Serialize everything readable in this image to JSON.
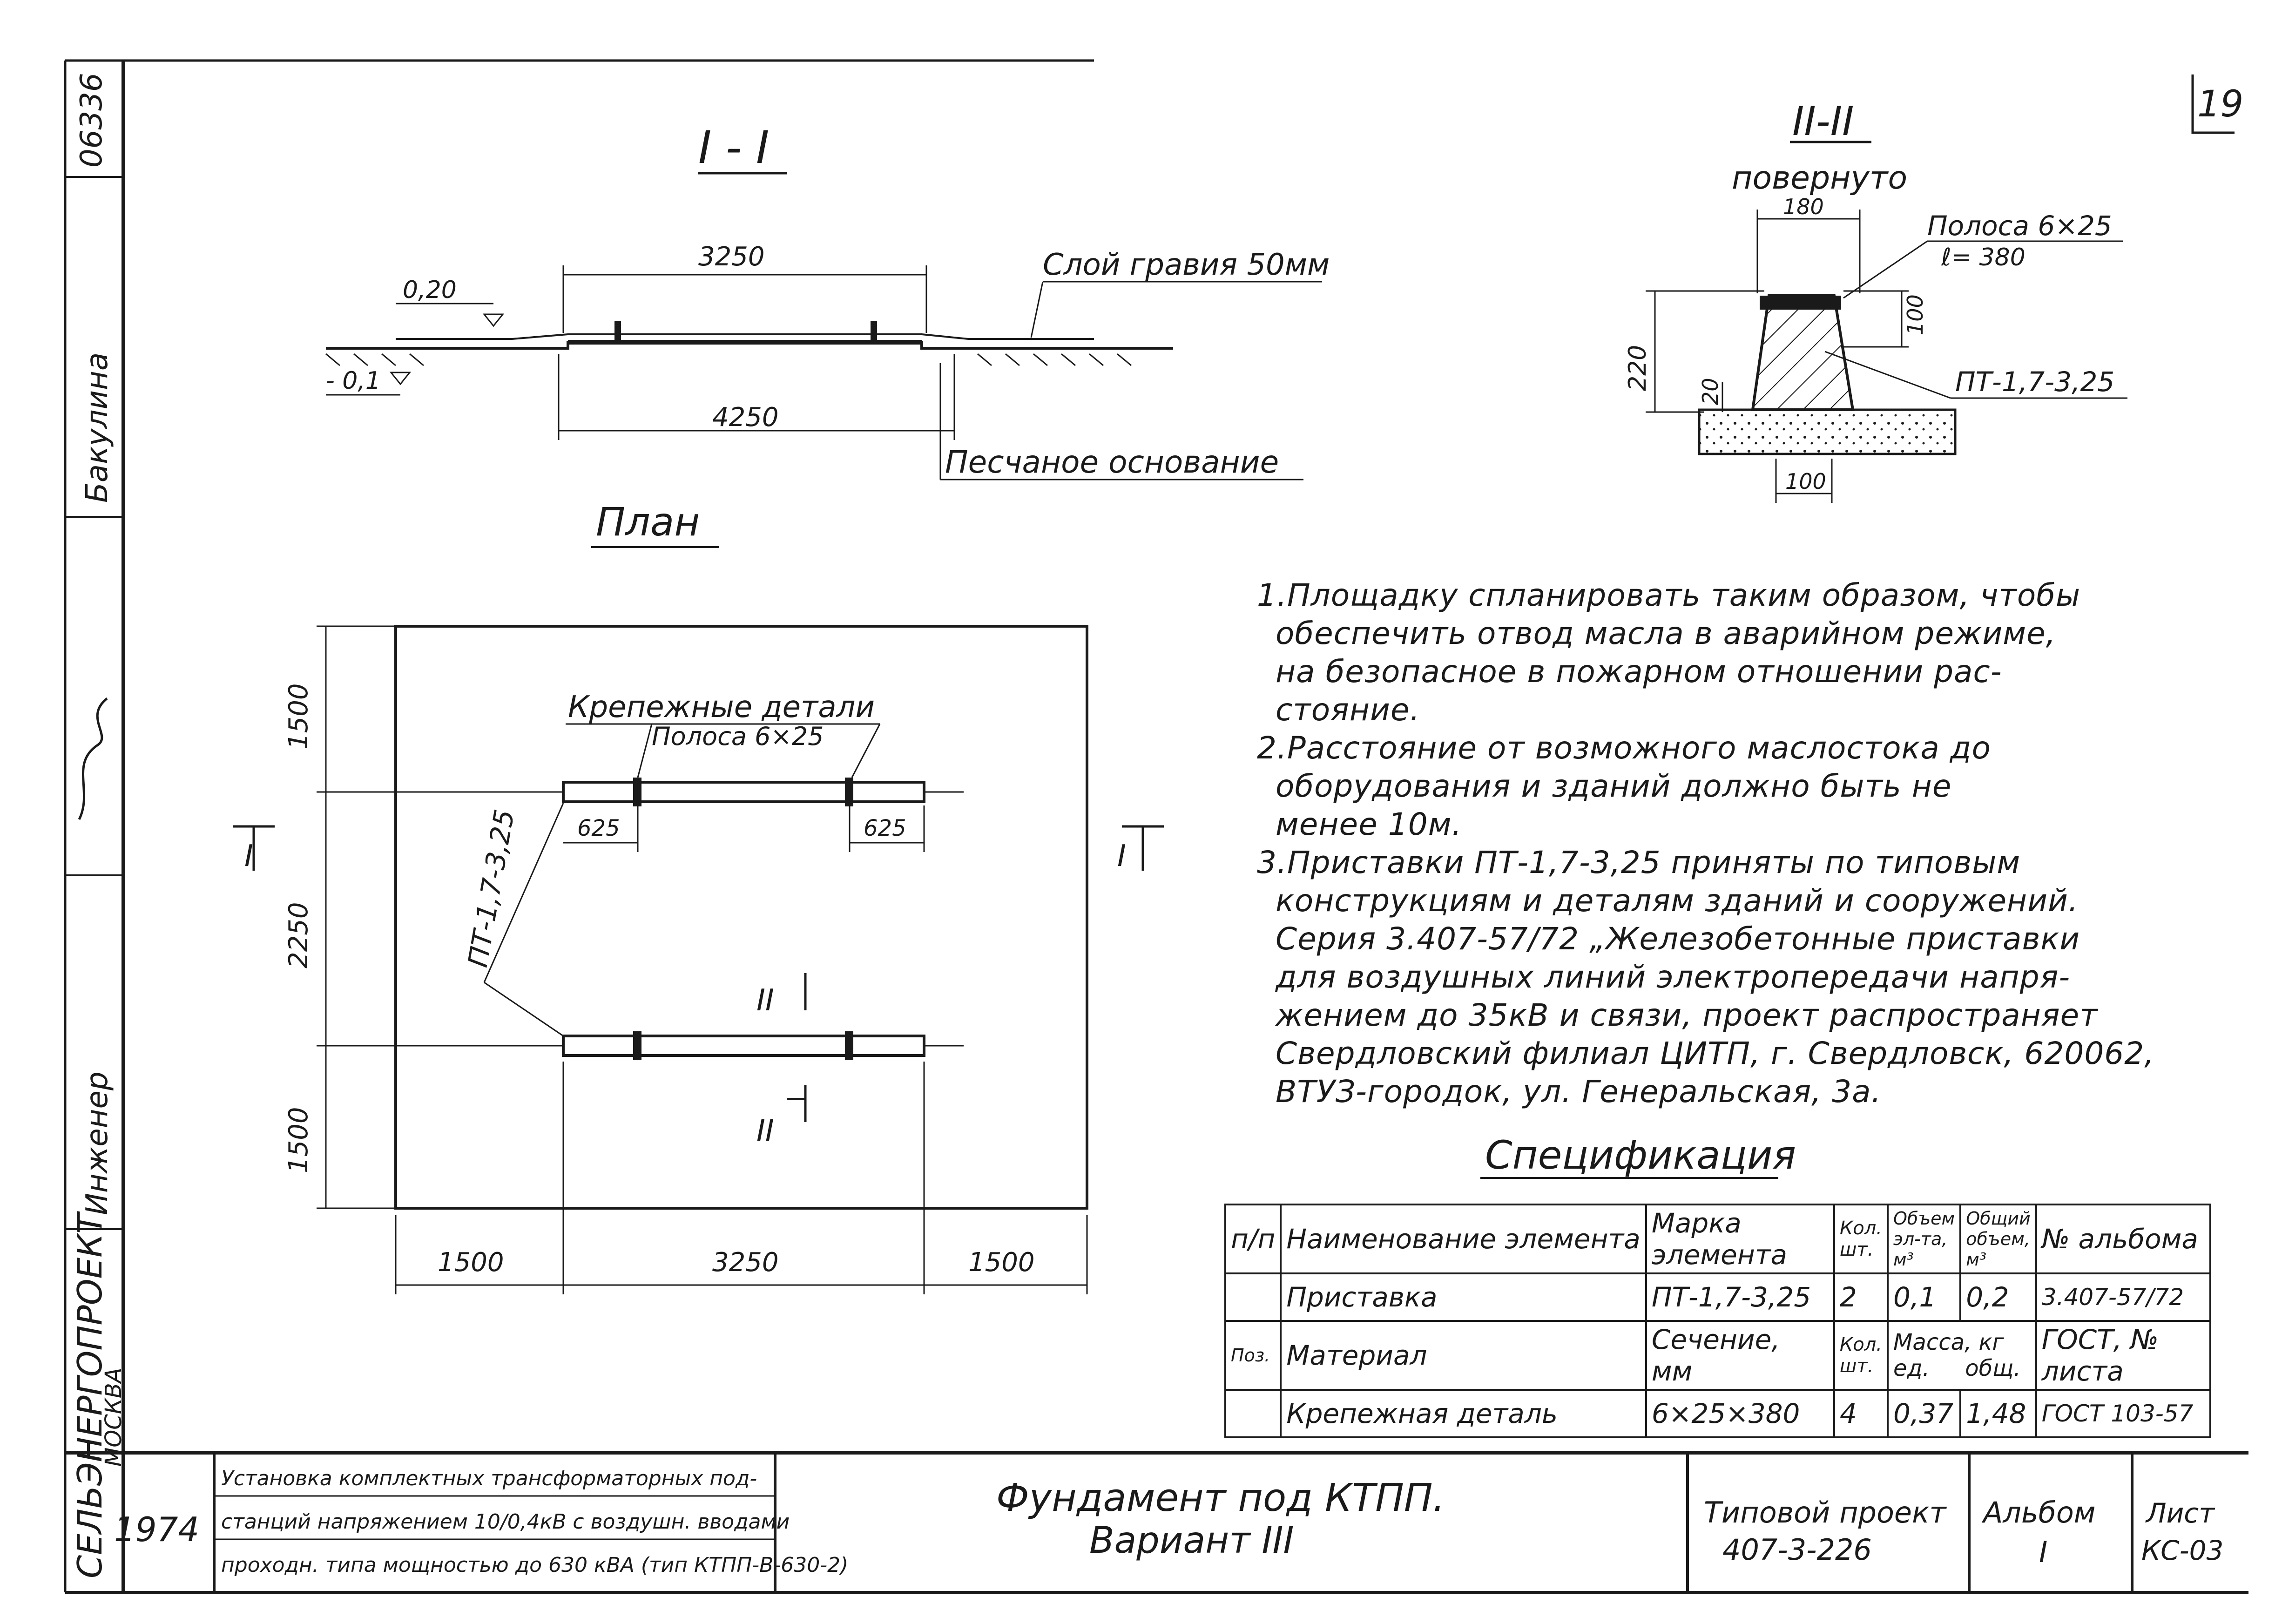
{
  "sheet_number": "19",
  "inventory_number": "06336",
  "side_stamp": {
    "person1": "Бакулина",
    "person3": "Инженер",
    "organization": "СЕЛЬЭНЕРГОПРОЕКТ",
    "city": "МОСКВА"
  },
  "section_1": {
    "title": "I - I",
    "dim_top": "3250",
    "dim_bottom": "4250",
    "level_top": "0,20",
    "level_bottom": "- 0,1",
    "label_gravel": "Слой гравия 50мм",
    "label_sand": "Песчаное основание"
  },
  "section_2": {
    "title": "II-II",
    "subtitle": "повернуто",
    "dim_top_width": "180",
    "dim_height": "220",
    "dim_upper": "100",
    "dim_lower": "20",
    "dim_bottom_width": "100",
    "label_strip": "Полоса 6×25",
    "label_length": "ℓ= 380",
    "label_post": "ПТ-1,7-3,25"
  },
  "plan": {
    "title": "План",
    "dim_left": [
      "1500",
      "2250",
      "1500"
    ],
    "dim_bottom": [
      "1500",
      "3250",
      "1500"
    ],
    "dim_625_left": "625",
    "dim_625_right": "625",
    "label_fasteners": "Крепежные детали",
    "label_strip": "Полоса 6×25",
    "label_post": "ПТ-1,7-3,25",
    "cut1_left": "I",
    "cut1_right": "I",
    "cut2_top": "II",
    "cut2_bottom": "II"
  },
  "notes": [
    "1.Площадку спланировать таким образом, чтобы",
    "обеспечить отвод масла в аварийном режиме,",
    "на безопасное в пожарном отношении рас-",
    "стояние.",
    "2.Расстояние от возможного маслостока до",
    "оборудования и зданий должно быть не",
    "менее 10м.",
    "3.Приставки ПТ-1,7-3,25 приняты по типовым",
    "конструкциям и деталям зданий и сооружений.",
    "Серия 3.407-57/72 „Железобетонные приставки",
    "для воздушных линий электропередачи напря-",
    "жением до 35кВ и связи, проект распространяет",
    "Свердловский филиал ЦИТП, г. Свердловск, 620062,",
    "ВТУЗ-городок, ул. Генеральская, 3а."
  ],
  "spec": {
    "title": "Спецификация",
    "h_num": "п/п",
    "h_name": "Наименование элемента",
    "h_mark": "Марка элемента",
    "h_qty": "Кол. шт.",
    "h_vol_el": "Объем эл-та, м³",
    "h_vol_total": "Общий объем, м³",
    "h_album": "№ альбома",
    "row1": {
      "name": "Приставка",
      "mark": "ПТ-1,7-3,25",
      "qty": "2",
      "vol_el": "0,1",
      "vol_total": "0,2",
      "album": "3.407-57/72"
    },
    "h2_pos": "Поз.",
    "h2_material": "Материал",
    "h2_section": "Сечение, мм",
    "h2_qty": "Кол. шт.",
    "h2_mass": "Масса, кг",
    "h2_mass_unit": "ед.",
    "h2_mass_total": "общ.",
    "h2_gost": "ГОСТ, № листа",
    "row2": {
      "name": "Крепежная деталь",
      "section": "6×25×380",
      "qty": "4",
      "mass_unit": "0,37",
      "mass_total": "1,48",
      "gost": "ГОСТ 103-57"
    }
  },
  "title_block": {
    "year": "1974",
    "project_desc": [
      "Установка комплектных трансформаторных под-",
      "станций напряжением 10/0,4кВ с воздушн. вводами",
      "проходн. типа мощностью до 630 кВА (тип КТПП-В-630-2)"
    ],
    "drawing_title": "Фундамент под КТПП.",
    "drawing_variant": "Вариант III",
    "project_label": "Типовой проект",
    "project_number": "407-3-226",
    "album_label": "Альбом",
    "album_number": "I",
    "sheet_label": "Лист",
    "sheet_code": "КС-03"
  }
}
